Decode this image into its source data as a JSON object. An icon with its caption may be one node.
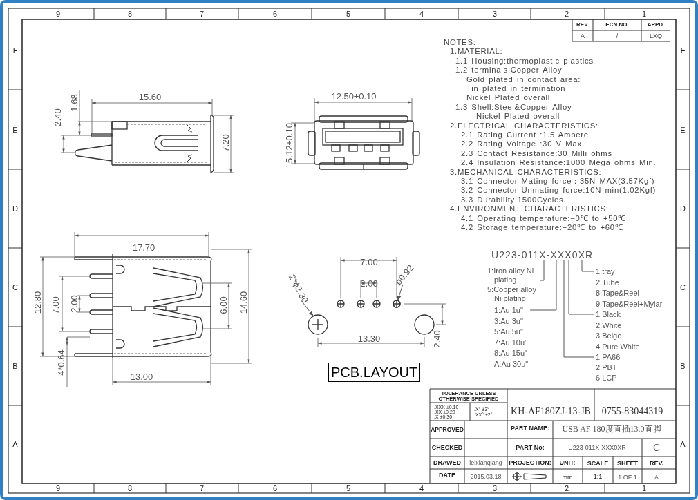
{
  "diagram": {
    "nodes": [
      {
        "text": [
          "U223-011X-XXX0XR"
        ]
      },
      {
        "text": [
          "1:Iron alloy Ni plating",
          "5:Copper alloy Ni plating"
        ]
      },
      {
        "text": [
          "1:Au 1u\"",
          "3:Au 3u\"",
          "5:Au 5u\"",
          "7:Au 10u'",
          "8:Au 15u\"",
          "A:Au 30u\""
        ]
      },
      {
        "text": [
          "1:PA66",
          "2:PBT",
          "6:LCP"
        ]
      },
      {
        "text": [
          "1:Black",
          "2:White",
          "3.Beige",
          "4.Pure White"
        ]
      },
      {
        "text": [
          "1:tray",
          "2:Tube",
          "8:Tape&Reel",
          "9:Tape&Reel+Mylar"
        ]
      },
      {
        "text": [
          "PCB.LAYOUT"
        ]
      },
      {
        "text": [
          "2*ϕ2.30"
        ]
      },
      {
        "text": [],
        "shape": "circle"
      },
      {
        "text": [
          "ø0.92"
        ]
      },
      {
        "text": [],
        "shape": "circle"
      }
    ],
    "edges": [
      {
        "from": 1,
        "to": 0,
        "arrow": "none"
      },
      {
        "from": 2,
        "to": 0,
        "arrow": "none"
      },
      {
        "from": 3,
        "to": 0,
        "arrow": "none"
      },
      {
        "from": 4,
        "to": 0,
        "arrow": "none"
      },
      {
        "from": 5,
        "to": 0,
        "arrow": "none"
      },
      {
        "from": 7,
        "to": 8,
        "arrow": "to"
      },
      {
        "from": 9,
        "to": 10,
        "arrow": "to"
      }
    ],
    "labels": [
      "9",
      "8",
      "7",
      "6",
      "5",
      "4",
      "3",
      "2",
      "1",
      "F",
      "E",
      "D",
      "C",
      "B",
      "A",
      "F",
      "E",
      "D",
      "C",
      "B",
      "A",
      "9",
      "8",
      "7",
      "6",
      "5",
      "4",
      "3",
      "2",
      "1",
      "REV.",
      "ECN.NO.",
      "APPD.",
      "A",
      "/",
      "LXQ",
      "1.68",
      "2.40",
      "15.60",
      "7.20",
      "12.50±0.10",
      "5.12±0.10",
      "NOTES:",
      "1.MATERIAL:",
      "1.1 Housing:thermoplastic plastics",
      "1.2 terminals:Copper Alloy",
      "Gold plated in contact area:",
      "Tin plated in termination",
      "Nickel Plated overall",
      "1.3 Shell:Steel&Copper Alloy",
      "Nickel Plated overall",
      "2.ELECTRICAL CHARACTERISTICS:",
      "2.1 Rating Current :1.5 Ampere",
      "2.2 Rating Voltage :30 V Max",
      "2.3 Contact Resistance:30 Milli ohms",
      "2.4 Insulation Resistance:1000 Mega ohms Min.",
      "3.MECHANICAL CHARACTERISTICS:",
      "3.1 Connector Mating force：35N MAX(3.57Kgf)",
      "3.2 Connector Unmating force:10N min(1.02Kgf)",
      "3.3 Durability:1500Cycles.",
      "4.ENVIRONMENT CHARACTERISTICS:",
      "4.1 Operating temperature:−0℃ to +50℃",
      "4.2 Storage temperature:−20℃ to +60℃",
      "17.70",
      "12.80",
      "7.00",
      "2.00",
      "6.00",
      "14.60",
      "4*0.64",
      "13.00",
      "7.00",
      "2.00",
      "13.30",
      "2.40",
      "TOLERANCE UNLESS OTHERWISE SPECIFIED",
      "KH-AF180ZJ-13-JB",
      "0755-83044319",
      ".XXX ±0.10",
      ".XX ±0.20",
      ".X ±0.30",
      ".X° ±3°",
      ".XX° ±2°",
      "APPROVED",
      "PART NAME:",
      "USB AF 180度直插13.0直脚",
      "CHECKED",
      "PART No:",
      "U223-011X-XXX0XR",
      "C",
      "DRAWED",
      "leixianqiang",
      "PROJECTION:",
      "UNIT:",
      "SCALE",
      "SHEET",
      "REV.",
      "DATE",
      "2015.03.18",
      "mm",
      "1:1",
      "1 OF 1",
      "A"
    ]
  }
}
